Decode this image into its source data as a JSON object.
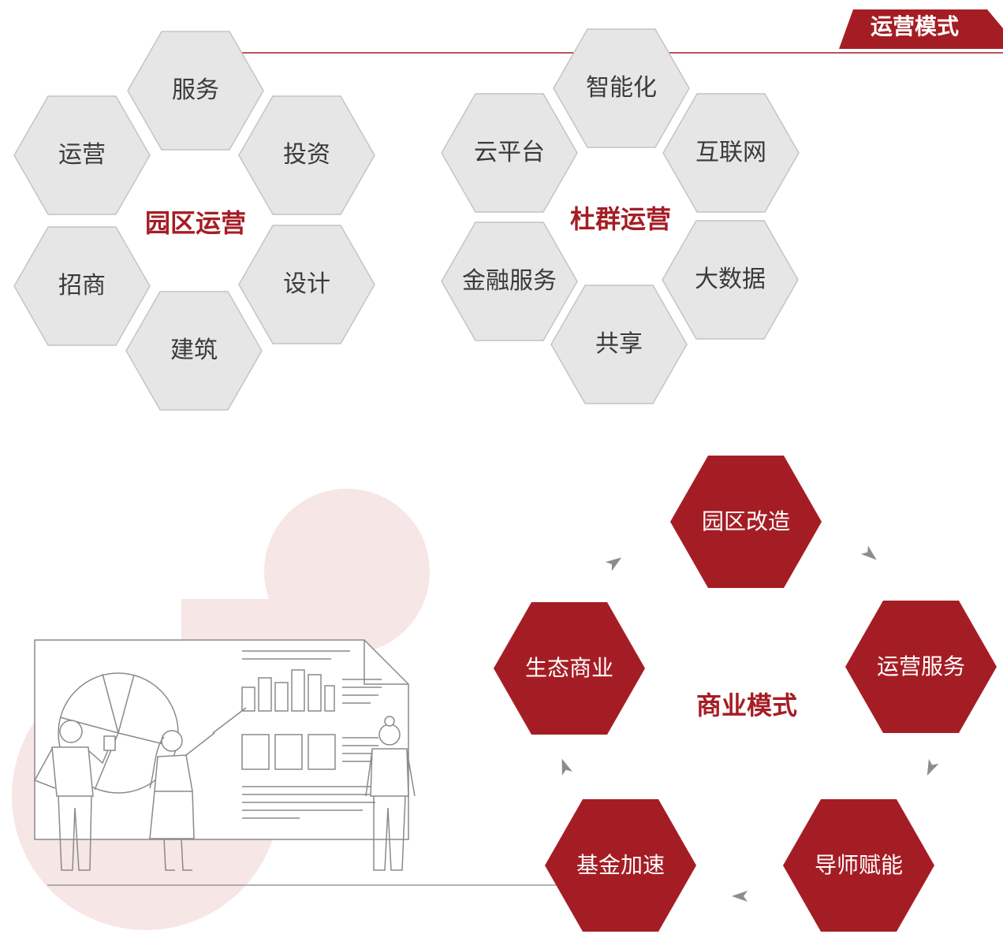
{
  "header": {
    "tag": "运营模式"
  },
  "park_operation": {
    "center": "园区运营",
    "items": [
      "服务",
      "运营",
      "投资",
      "招商",
      "设计",
      "建筑"
    ]
  },
  "community_operation": {
    "center": "杜群运营",
    "items": [
      "智能化",
      "云平台",
      "互联网",
      "金融服务",
      "大数据",
      "共享"
    ]
  },
  "business_model": {
    "center": "商业模式",
    "items": [
      "园区改造",
      "运营服务",
      "导师赋能",
      "基金加速",
      "生态商业"
    ]
  },
  "colors": {
    "accent": "#a51d24",
    "hex_fill": "#e6e6e6",
    "hex_stroke": "#c4c4c4",
    "blob": "#f6e6e6",
    "text": "#3a3a3a"
  }
}
